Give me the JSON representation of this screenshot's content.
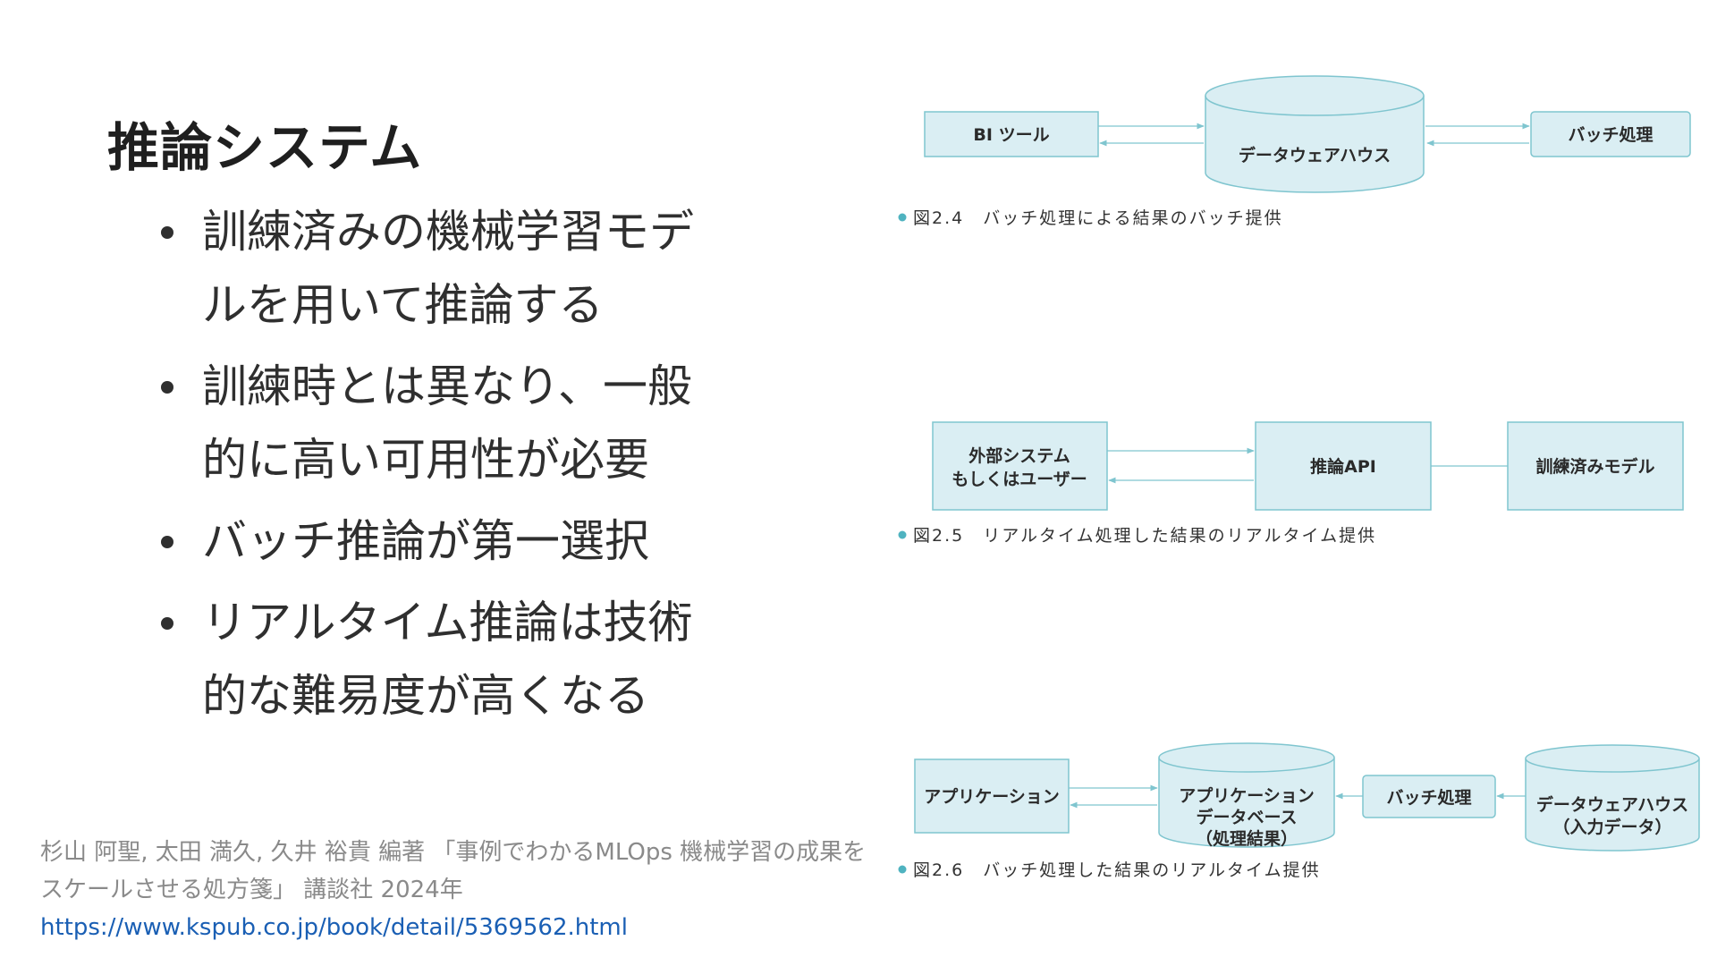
{
  "slide": {
    "title": "推論システム",
    "bullets": [
      "訓練済みの機械学習モデルを用いて推論する",
      "訓練時とは異なり、一般的に高い可用性が必要",
      "バッチ推論が第一選択",
      "リアルタイム推論は技術的な難易度が高くなる"
    ],
    "citation": {
      "text": "杉山 阿聖, 太田 満久, 久井 裕貴 編著 「事例でわかるMLOps 機械学習の成果をスケールさせる処方箋」 講談社 2024年",
      "url": "https://www.kspub.co.jp/book/detail/5369562.html"
    }
  },
  "figures": {
    "fig24": {
      "bi_tool": "BI ツール",
      "dwh": "データウェアハウス",
      "batch": "バッチ処理",
      "caption": "図2.4　バッチ処理による結果のバッチ提供"
    },
    "fig25": {
      "external_line1": "外部システム",
      "external_line2": "もしくはユーザー",
      "api": "推論API",
      "model": "訓練済みモデル",
      "caption": "図2.5　リアルタイム処理した結果のリアルタイム提供"
    },
    "fig26": {
      "app": "アプリケーション",
      "appdb_line1": "アプリケーション",
      "appdb_line2": "データベース",
      "appdb_line3": "（処理結果）",
      "batch": "バッチ処理",
      "dwh_line1": "データウェアハウス",
      "dwh_line2": "（入力データ）",
      "caption": "図2.6　バッチ処理した結果のリアルタイム提供"
    }
  },
  "colors": {
    "box_fill": "#daeef3",
    "box_stroke": "#7fc5cf",
    "caption_bullet": "#4fb3c0",
    "link": "#1a5fb4"
  }
}
